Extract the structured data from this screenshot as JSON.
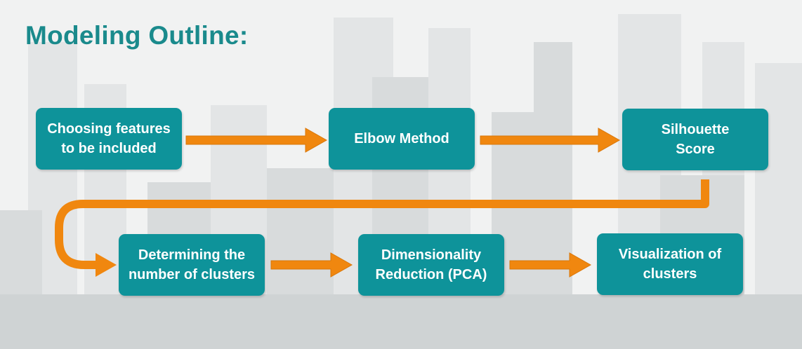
{
  "title": "Modeling Outline:",
  "colors": {
    "title": "#1a8a8c",
    "box_fill": "#0e939a",
    "box_text": "#ffffff",
    "arrow": "#f0870f"
  },
  "steps": [
    {
      "label": "Choosing features to be included"
    },
    {
      "label": "Elbow Method"
    },
    {
      "label": "Silhouette Score"
    },
    {
      "label": "Determining the number of clusters"
    },
    {
      "label": "Dimensionality Reduction (PCA)"
    },
    {
      "label": "Visualization of clusters"
    }
  ]
}
